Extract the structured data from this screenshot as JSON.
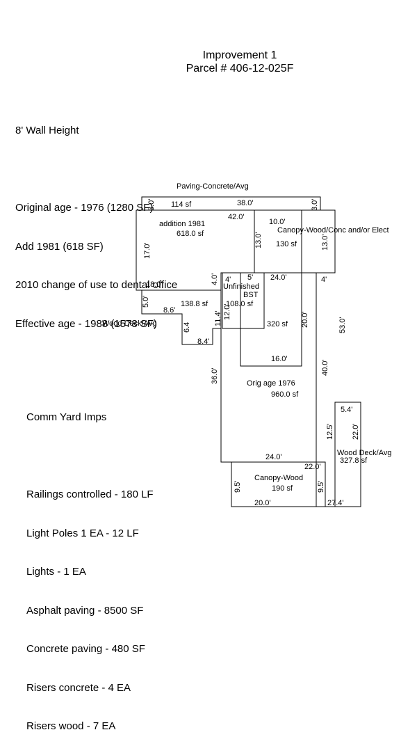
{
  "header": {
    "title": "Improvement 1",
    "parcel": "Parcel # 406-12-025F"
  },
  "notes": [
    "8' Wall Height",
    "",
    "Original age - 1976 (1280 SF)",
    "Add 1981 (618 SF)",
    "2010 change of use to dental office",
    "Effective age - 1988 (1578 SF)"
  ],
  "yard": {
    "heading": "Comm Yard Imps",
    "items": [
      "Railings controlled - 180 LF",
      "Light Poles 1 EA - 12 LF",
      "Lights - 1 EA",
      "Asphalt paving - 8500 SF",
      "Concrete paving - 480 SF",
      "Risers concrete - 4 EA",
      "Risers wood - 7 EA"
    ]
  },
  "sketch": {
    "paving": {
      "label": "Paving-Concrete/Avg",
      "area": "114 sf",
      "dim_left": "3.0'",
      "dim_top": "38.0'",
      "dim_right": "3.0'"
    },
    "addition": {
      "label": "addition 1981",
      "area": "618.0 sf",
      "dim_top": "42.0'",
      "dim_left": "17.0'",
      "dim_bottom": "18.0'",
      "dim_right": "4.0'",
      "dim_inner": "13.0'"
    },
    "canopy_elect": {
      "label": "Canopy-Wood/Conc and/or Elect",
      "area": "130 sf",
      "dim_top": "10.0'",
      "dim_right": "13.0'"
    },
    "basement": {
      "label1": "Unfinished",
      "label2": "BST",
      "area": "108.0 sf",
      "dim_left": "12.0'",
      "dim_top": "5'",
      "dim_4": "4'"
    },
    "inner": {
      "area": "320 sf",
      "dim_top": "24.0'",
      "dim_right": "20.0'",
      "dim_bottom": "16.0'",
      "dim_4": "4'"
    },
    "wood_deck": {
      "label": "Wood Deck/Avg",
      "area": "138.8 sf",
      "dim_5": "5.0'",
      "dim_86": "8.6'",
      "dim_64": "6.4",
      "dim_84": "8.4'",
      "dim_114": "11.4'"
    },
    "orig": {
      "label": "Orig age 1976",
      "area": "960.0 sf",
      "dim_left": "36.0'",
      "dim_right_53": "53.0'",
      "dim_right_40": "40.0'",
      "dim_bottom": "24.0'",
      "dim_125": "12.5'"
    },
    "deck2": {
      "label": "Wood Deck/Avg",
      "area": "327.8 sf",
      "dim_top": "5.4'",
      "dim_right": "22.0'",
      "dim_bottom": "27.4'"
    },
    "canopy_wood": {
      "label": "Canopy-Wood",
      "area": "190 sf",
      "dim_top": "22.0'",
      "dim_left": "9.5'",
      "dim_right": "9.5'",
      "dim_bottom": "20.0'"
    }
  }
}
